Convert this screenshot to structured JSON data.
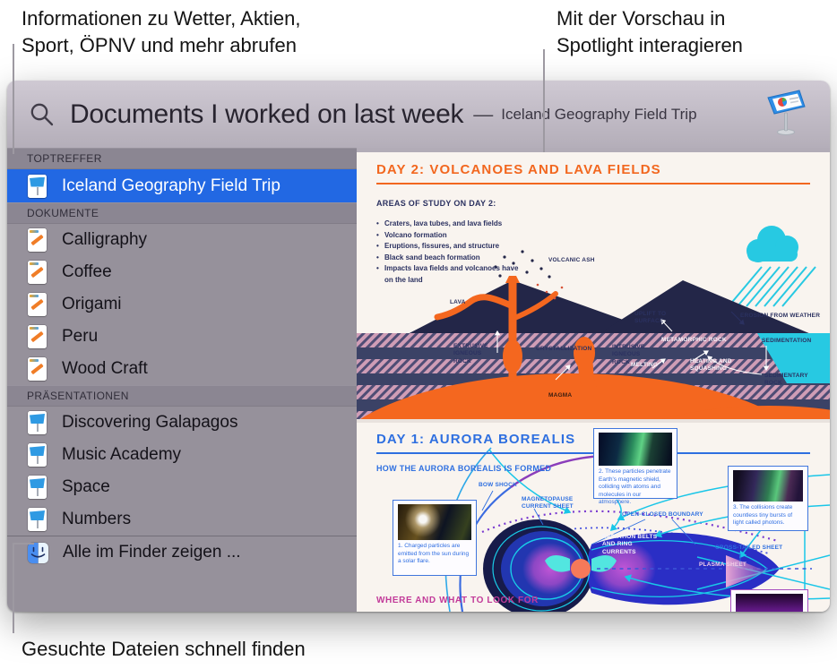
{
  "annotations": {
    "top_left_line1": "Informationen zu Wetter, Aktien,",
    "top_left_line2": "Sport, ÖPNV und mehr abrufen",
    "top_right_line1": "Mit der Vorschau in",
    "top_right_line2": "Spotlight interagieren",
    "bottom": "Gesuchte Dateien schnell finden"
  },
  "search": {
    "query": "Documents I worked on last week",
    "separator": "—",
    "completion": "Iceland Geography Field Trip",
    "icons": [
      "magnifier-icon",
      "keynote-app-icon"
    ]
  },
  "sidebar": {
    "sections": [
      {
        "header": "TOPTREFFER",
        "items": [
          {
            "label": "Iceland Geography Field Trip",
            "icon": "keynote-document",
            "selected": true
          }
        ]
      },
      {
        "header": "DOKUMENTE",
        "items": [
          {
            "label": "Calligraphy",
            "icon": "pages-document"
          },
          {
            "label": "Coffee",
            "icon": "pages-document"
          },
          {
            "label": "Origami",
            "icon": "pages-document"
          },
          {
            "label": "Peru",
            "icon": "pages-document"
          },
          {
            "label": "Wood Craft",
            "icon": "pages-document"
          }
        ]
      },
      {
        "header": "PRÄSENTATIONEN",
        "items": [
          {
            "label": "Discovering Galapagos",
            "icon": "keynote-document"
          },
          {
            "label": "Music Academy",
            "icon": "keynote-document"
          },
          {
            "label": "Space",
            "icon": "keynote-document"
          },
          {
            "label": "Numbers",
            "icon": "keynote-document"
          }
        ]
      }
    ],
    "footer": {
      "label": "Alle im Finder zeigen ...",
      "icon": "finder"
    }
  },
  "preview": {
    "day2": {
      "title": "DAY 2: VOLCANOES AND LAVA FIELDS",
      "areas_heading": "AREAS OF STUDY ON DAY 2:",
      "bullets": [
        "Craters, lava tubes, and lava fields",
        "Volcano formation",
        "Eruptions, fissures, and structure",
        "Black sand beach formation",
        "Impacts lava fields and volcanoes have on the land"
      ],
      "labels": {
        "volcanic_ash": "VOLCANIC ASH",
        "lava": "LAVA",
        "uplift": "UPLIFT TO SURFACE",
        "erosion": "EROSION FROM WEATHER",
        "extrusive": "EXTRUSIVE IGNEOUS ROCK",
        "crystallization": "CRYSTALLIZATION",
        "intrusive": "INTRUSIVE IGNEOUS ROCK",
        "metamorphic": "METAMORPHIC ROCK",
        "melting": "MELTING",
        "heating": "HEATING AND SQUASHING",
        "sedimentation": "SEDIMENTATION",
        "sedimentary": "SEDIMENTARY ROCK",
        "magma": "MAGMA"
      }
    },
    "day1": {
      "title": "DAY 1: AURORA BOREALIS",
      "subheading": "HOW THE AURORA BOREALIS IS FORMED",
      "labels": {
        "bow_shock": "BOW SHOCK",
        "magnetopause": "MAGNETOPAUSE CURRENT SHEET",
        "open_closed": "OPEN-CLOSED BOUNDARY",
        "radiation": "RADIATION BELTS AND RING CURRENTS",
        "cross_tailed": "CROSS-TAILED SHEET",
        "plasma": "PLASMA SHEET"
      },
      "captions": {
        "step1": "1. Charged particles are emitted from the sun during a solar flare.",
        "step2": "2. These particles penetrate Earth's magnetic shield, colliding with atoms and molecules in our atmosphere.",
        "step3": "3. The collisions create countless tiny bursts of light called photons."
      },
      "footer_heading": "WHERE AND WHAT TO LOOK FOR"
    }
  },
  "colors": {
    "selection_blue": "#2268e3",
    "day2_orange": "#f2671f",
    "day1_blue": "#2e6fe0",
    "cyan": "#25c9e3",
    "navy": "#232648",
    "magenta": "#c23a99"
  }
}
